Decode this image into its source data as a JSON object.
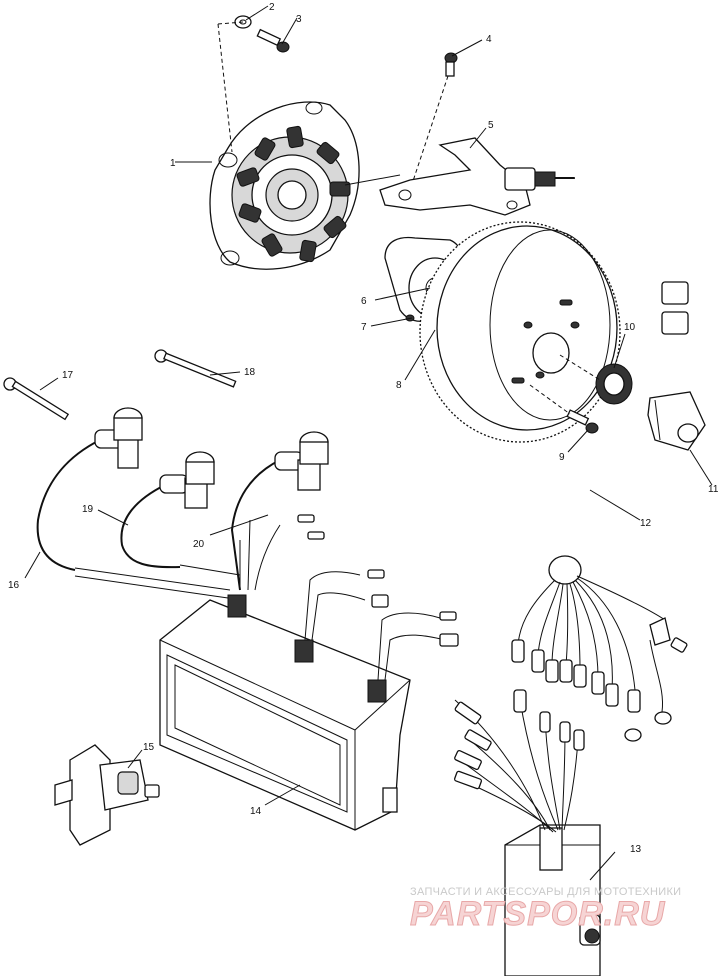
{
  "callouts": {
    "c1": "1",
    "c2": "2",
    "c3": "3",
    "c4": "4",
    "c5": "5",
    "c6": "6",
    "c7": "7",
    "c8": "8",
    "c9": "9",
    "c10": "10",
    "c11": "11",
    "c12": "12",
    "c13": "13",
    "c14": "14",
    "c15": "15",
    "c16": "16",
    "c17": "17",
    "c18": "18",
    "c19": "19",
    "c20": "20"
  },
  "watermark": {
    "tagline": "ЗАПЧАСТИ И АКСЕССУАРЫ ДЛЯ МОТОТЕХНИКИ",
    "brand": "PARTSPOR.RU",
    "color": "#e8a8a8"
  }
}
